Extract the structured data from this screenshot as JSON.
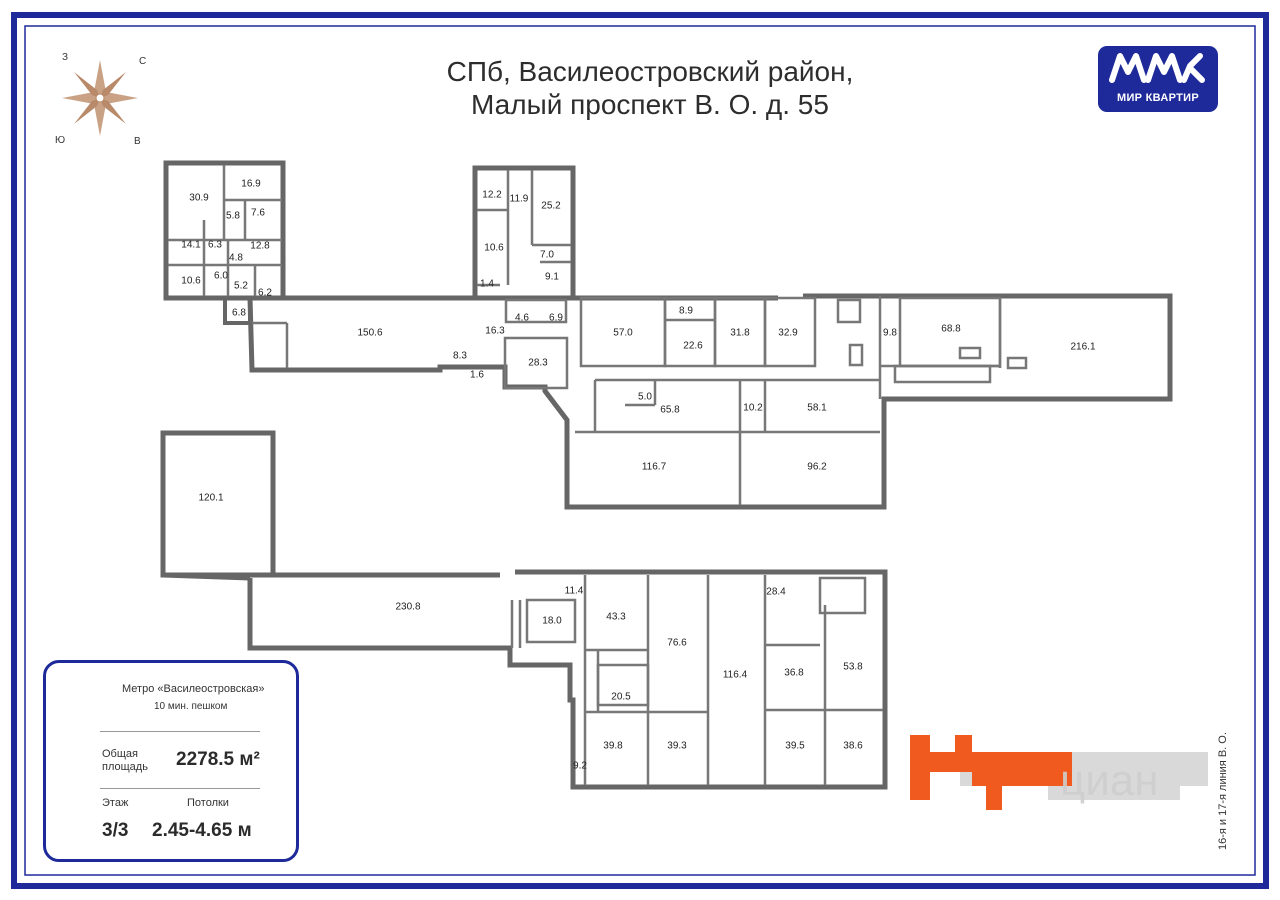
{
  "title": {
    "line1": "СПб, Василеостровский район,",
    "line2": "Малый проспект В. О. д. 55"
  },
  "logo": {
    "text": "МИР КВАРТИР",
    "brand_color": "#1e2a9a"
  },
  "compass": {
    "north": "С",
    "west": "З",
    "south": "Ю",
    "east": "В"
  },
  "rooms": {
    "r1": "30.9",
    "r2": "16.9",
    "r3": "5.8",
    "r4": "7.6",
    "r5": "14.1",
    "r6": "6.3",
    "r7": "12.8",
    "r8": "4.8",
    "r9": "10.6",
    "r10": "6.0",
    "r11": "5.2",
    "r12": "6.2",
    "r13": "6.8",
    "r14": "12.2",
    "r15": "11.9",
    "r16": "25.2",
    "r17": "10.6",
    "r18": "7.0",
    "r19": "9.1",
    "r20": "1.4",
    "r21": "4.6",
    "r22": "6.9",
    "r23": "16.3",
    "r24": "150.6",
    "r25": "8.3",
    "r26": "1.6",
    "r27": "28.3",
    "r28": "57.0",
    "r29": "8.9",
    "r30": "22.6",
    "r31": "31.8",
    "r32": "32.9",
    "r33": "9.8",
    "r34": "68.8",
    "r35": "216.1",
    "r36": "5.0",
    "r37": "65.8",
    "r38": "10.2",
    "r39": "58.1",
    "r40": "116.7",
    "r41": "96.2",
    "r42": "120.1",
    "r43": "230.8",
    "r44": "11.4",
    "r45": "18.0",
    "r46": "43.3",
    "r47": "76.6",
    "r48": "28.4",
    "r49": "116.4",
    "r50": "36.8",
    "r51": "53.8",
    "r52": "20.5",
    "r53": "39.8",
    "r54": "39.3",
    "r55": "39.5",
    "r56": "38.6",
    "r57": "9.2"
  },
  "info": {
    "metro": "Метро «Василеостровская»",
    "walk": "10 мин. пешком",
    "area_label_1": "Общая",
    "area_label_2": "площадь",
    "area_value": "2278.5 м²",
    "floor_label": "Этаж",
    "floor_value": "3/3",
    "ceiling_label": "Потолки",
    "ceiling_value": "2.45-4.65 м"
  },
  "street": "16-я и 17-я линия В. О.",
  "watermark": "циан",
  "colors": {
    "frame": "#1e2a9a",
    "wall": "#666666",
    "highlight": "#f05a1e",
    "building": "#d9d9d9"
  }
}
